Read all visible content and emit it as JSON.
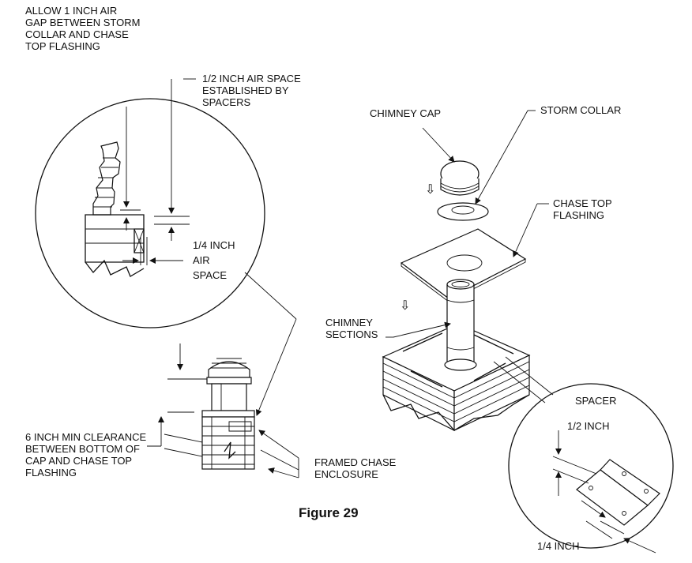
{
  "labels": {
    "air_gap_line1": "ALLOW 1 INCH AIR",
    "air_gap_line2": "GAP BETWEEN STORM",
    "air_gap_line3": "COLLAR AND CHASE",
    "air_gap_line4": "TOP FLASHING",
    "half_inch_space_line1": "1/2 INCH AIR SPACE",
    "half_inch_space_line2": "ESTABLISHED BY",
    "half_inch_space_line3": "SPACERS",
    "quarter_inch_line1": "1/4 INCH",
    "quarter_inch_line2": "AIR",
    "quarter_inch_line3": "SPACE",
    "chimney_cap": "CHIMNEY CAP",
    "storm_collar": "STORM COLLAR",
    "chase_top_line1": "CHASE TOP",
    "chase_top_line2": "FLASHING",
    "chimney_sections_line1": "CHIMNEY",
    "chimney_sections_line2": "SECTIONS",
    "spacer": "SPACER",
    "spacer_half_inch": "1/2 INCH",
    "spacer_quarter_inch": "1/4 INCH",
    "clearance_line1": "6 INCH MIN CLEARANCE",
    "clearance_line2": "BETWEEN BOTTOM OF",
    "clearance_line3": "CAP AND CHASE TOP",
    "clearance_line4": "FLASHING",
    "framed_chase_line1": "FRAMED CHASE",
    "framed_chase_line2": "ENCLOSURE",
    "figure_caption": "Figure 29"
  }
}
